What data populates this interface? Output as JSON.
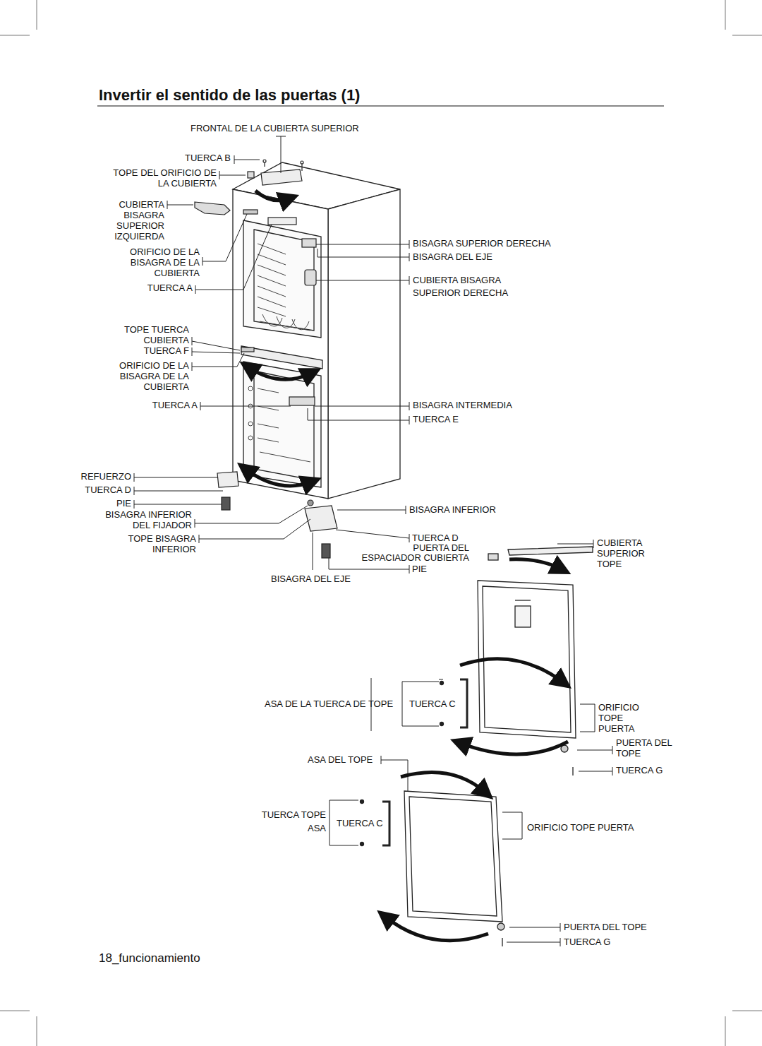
{
  "diagram": {
    "title": "Invertir el sentido de las puertas (1)",
    "caption": "18_funcionamiento",
    "labels": [
      "FRONTAL DE LA CUBIERTA SUPERIOR",
      "TUERCA B",
      "TOPE DEL ORIFICIO DE LA CUBIERTA",
      "CUBIERTA BISAGRA SUPERIOR IZQUIERDA",
      "ORIFICIO DE LA BISAGRA DE LA CUBIERTA",
      "TUERCA A",
      "BISAGRA SUPERIOR DERECHA",
      "BISAGRA DEL EJE",
      "CUBIERTA BISAGRA SUPERIOR DERECHA",
      "TOPE TUERCA CUBIERTA",
      "TUERCA F",
      "ORIFICIO DE LA BISAGRA DE LA CUBIERTA",
      "TUERCA A",
      "BISAGRA INTERMEDIA",
      "TUERCA E",
      "REFUERZO",
      "TUERCA D",
      "PIE",
      "BISAGRA INFERIOR DEL FIJADOR",
      "TOPE BISAGRA INFERIOR",
      "BISAGRA INFERIOR",
      "TUERCA D",
      "PUERTA DEL ESPACIADOR CUBIERTA",
      "PIE",
      "BISAGRA DEL EJE",
      "CUBIERTA SUPERIOR TOPE",
      "ASA DE LA TUERCA DE TOPE",
      "TUERCA C",
      "ORIFICIO TOPE PUERTA",
      "PUERTA DEL TOPE",
      "ASA DEL TOPE",
      "TUERCA G",
      "TUERCA TOPE ASA",
      "TUERCA C",
      "ORIFICIO TOPE PUERTA",
      "PUERTA DEL TOPE",
      "TUERCA G"
    ]
  }
}
